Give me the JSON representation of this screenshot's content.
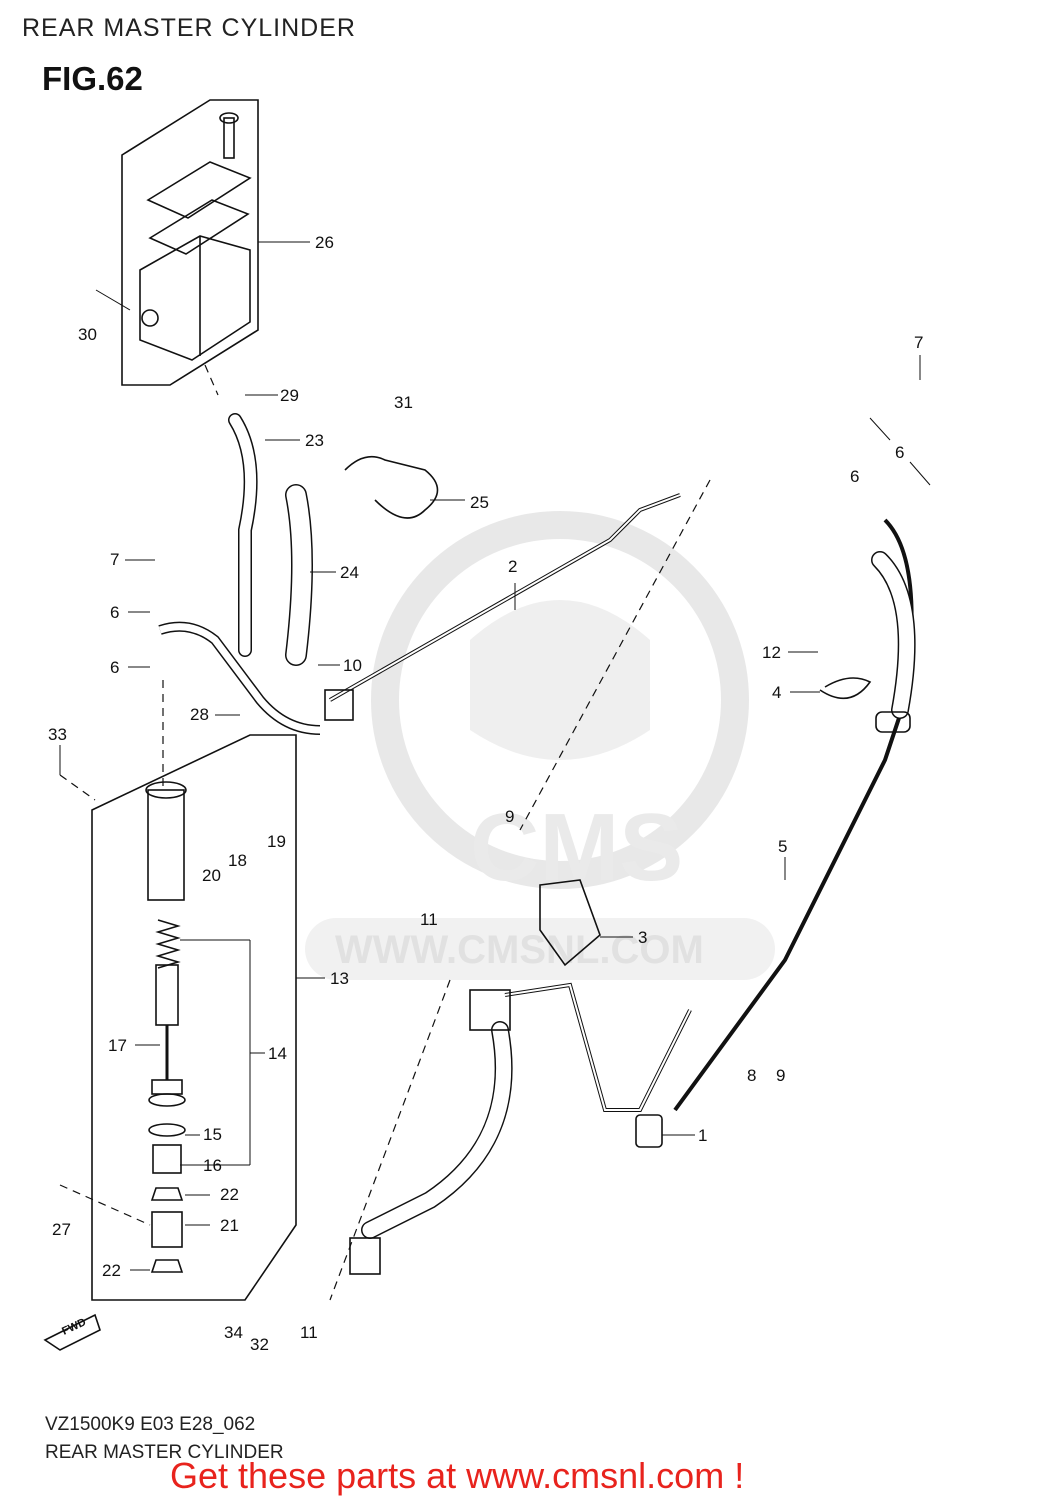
{
  "header": {
    "title": "REAR MASTER CYLINDER"
  },
  "figure": {
    "label": "FIG.62"
  },
  "footer": {
    "code": "VZ1500K9 E03 E28_062",
    "title": "REAR MASTER CYLINDER",
    "promo": "Get these parts at www.cmsnl.com !"
  },
  "watermark": {
    "brand": "CMS",
    "url": "WWW.CMSNL.COM"
  },
  "fwd_label": "FWD",
  "callouts": [
    "26",
    "30",
    "29",
    "23",
    "31",
    "25",
    "24",
    "2",
    "7",
    "6",
    "6",
    "12",
    "4",
    "7",
    "6",
    "6",
    "10",
    "28",
    "33",
    "19",
    "18",
    "20",
    "9",
    "5",
    "11",
    "3",
    "13",
    "14",
    "17",
    "15",
    "16",
    "22",
    "21",
    "27",
    "22",
    "34",
    "32",
    "11",
    "8",
    "9",
    "1"
  ],
  "colors": {
    "promo": "#e8231d",
    "watermark": "#dedede"
  }
}
